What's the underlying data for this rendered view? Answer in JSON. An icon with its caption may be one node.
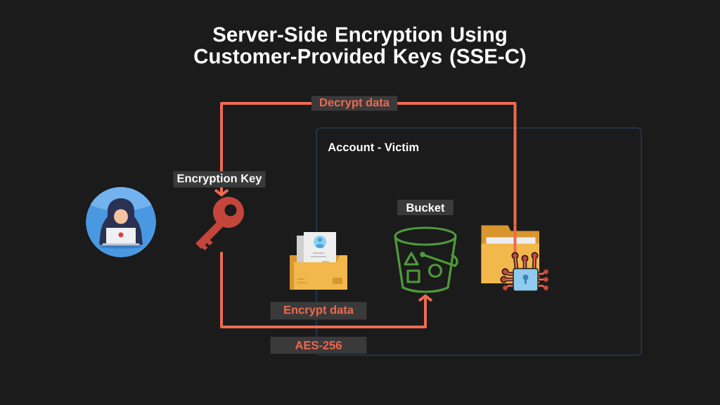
{
  "diagram": {
    "title": "Server-Side Encryption Using Customer-Provided Keys (SSE-C)",
    "nodes": [
      {
        "text": [],
        "shape": "person"
      },
      {
        "text": [],
        "shape": "picture"
      },
      {
        "text": [
          "Account - Victim"
        ]
      },
      {
        "text": [],
        "shape": "picture"
      },
      {
        "text": [
          "Bucket"
        ],
        "in": 2
      },
      {
        "text": [],
        "shape": "picture",
        "in": 2
      }
    ],
    "edges": [
      {
        "from": 5,
        "to": 1,
        "arrow": "to",
        "label": "Decrypt data"
      },
      {
        "from": 1,
        "to": 4,
        "arrow": "to",
        "label": "Encrypt data"
      }
    ],
    "labels": [
      "Encryption Key",
      "AES-256"
    ]
  }
}
